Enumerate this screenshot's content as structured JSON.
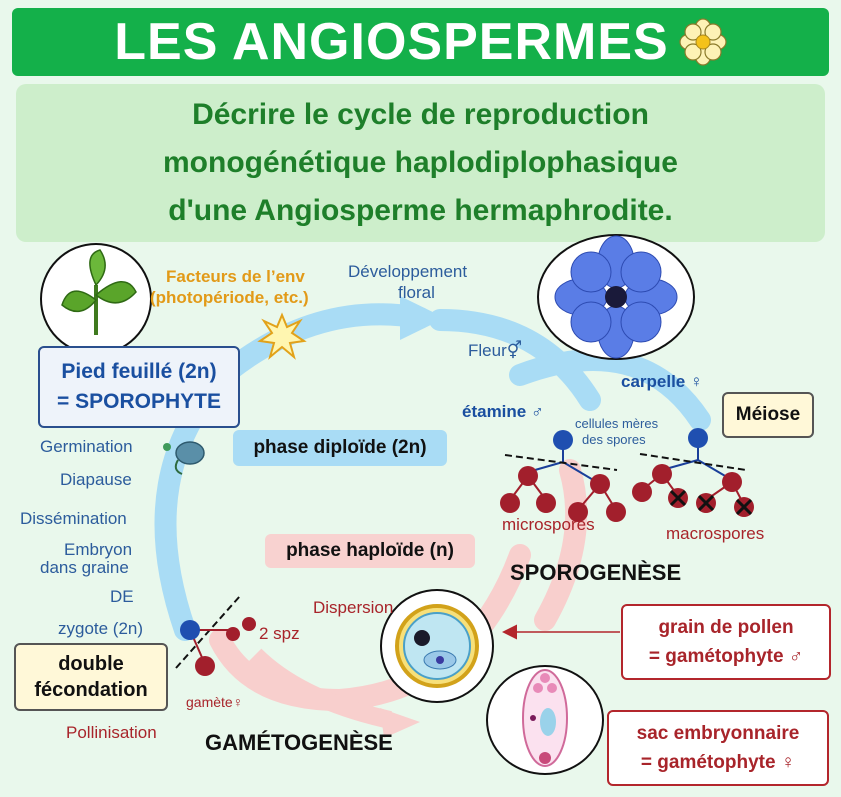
{
  "header": {
    "title": "LES ANGIOSPERMES"
  },
  "objective": {
    "lines": [
      "Décrire le cycle de reproduction",
      "monogénétique haplodiplophasique",
      "d'une Angiosperme hermaphrodite."
    ]
  },
  "sporophyte": {
    "line1": "Pied feuillé (2n)",
    "line2": "= SPOROPHYTE"
  },
  "factors": {
    "line1": "Facteurs de l’env",
    "line2": "(photopériode, etc.)"
  },
  "floral": {
    "line1": "Développement",
    "line2": "floral"
  },
  "flower_label": "Fleur⚥",
  "carpelle": "carpelle ♀",
  "etamine": "étamine ♂",
  "spore_mother": {
    "line1": "cellules mères",
    "line2": "des spores"
  },
  "meiose": "Méiose",
  "microspores": "microspores",
  "macrospores": "macrospores",
  "sporogenese": "SPOROGENÈSE",
  "phase_diploid": "phase diploïde (2n)",
  "phase_haploid": "phase haploïde (n)",
  "left_stages": {
    "germination": "Germination",
    "diapause": "Diapause",
    "dissemination": "Dissémination",
    "embryon1": "Embryon",
    "embryon2": "dans graine",
    "de": "DE",
    "zygote": "zygote (2n)"
  },
  "double_fecondation": {
    "line1": "double",
    "line2": "fécondation"
  },
  "spz": "2 spz",
  "gamete": "gamète♀",
  "pollinisation": "Pollinisation",
  "gametogenese": "GAMÉTOGENÈSE",
  "dispersion": "Dispersion",
  "pollen": {
    "line1": "grain de pollen",
    "line2": "= gamétophyte ♂"
  },
  "sac": {
    "line1": "sac embryonnaire",
    "line2": "= gamétophyte ♀"
  },
  "colors": {
    "header": "#14b04a",
    "diploid_cycle": "#a9dcf5",
    "haploid_cycle": "#f8d2d0",
    "cell_blue": "#1f4fb0",
    "cell_red": "#a21f2c"
  }
}
